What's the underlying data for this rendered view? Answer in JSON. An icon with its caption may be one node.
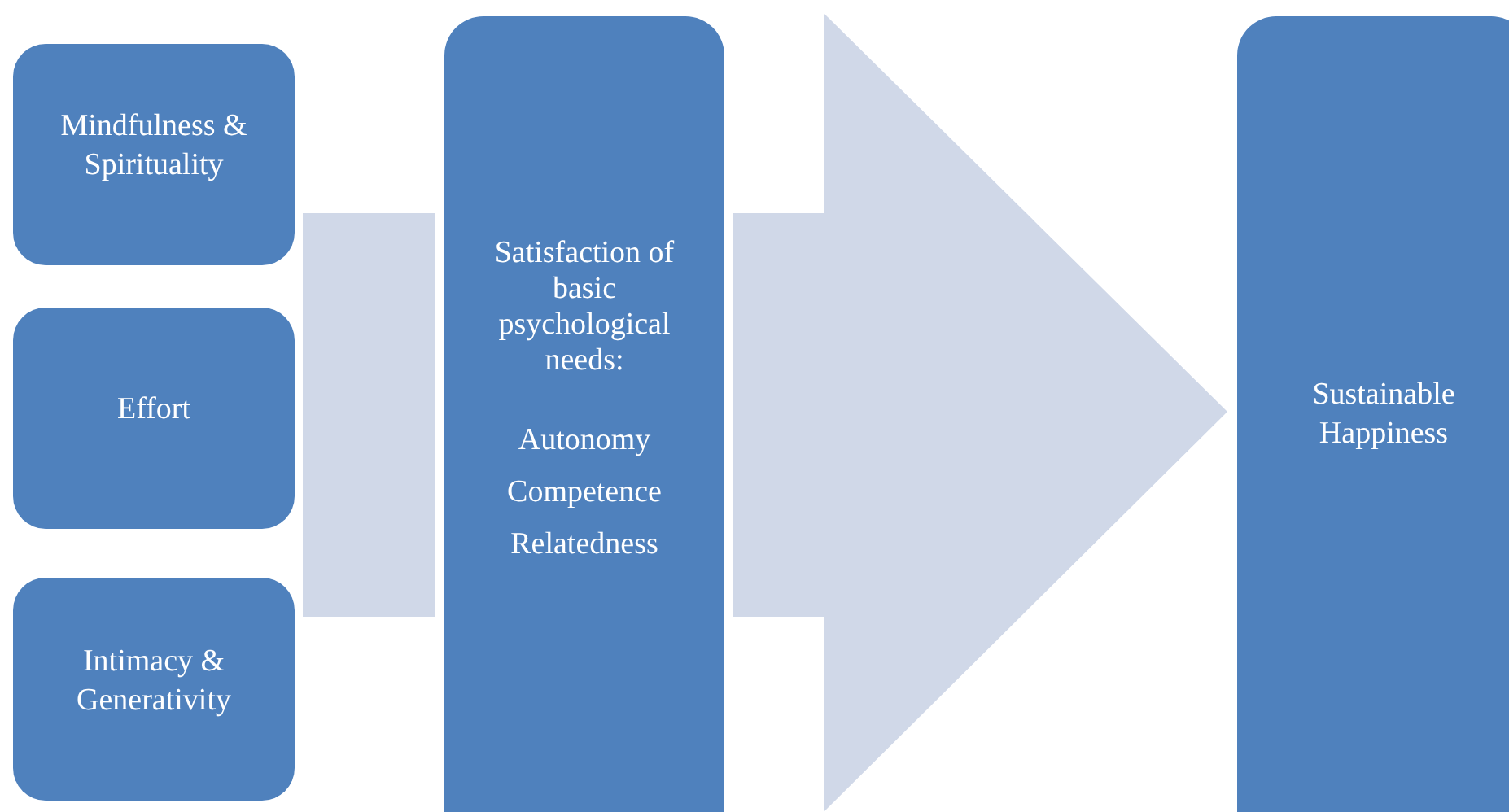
{
  "diagram": {
    "nodes": [
      {
        "text": [
          "Mindfulness & Spirituality"
        ]
      },
      {
        "text": [
          "Effort"
        ]
      },
      {
        "text": [
          "Intimacy & Generativity"
        ]
      },
      {
        "text": [
          "Satisfaction of basic psychological needs:",
          "Autonomy",
          "Competence",
          "Relatedness"
        ]
      },
      {
        "text": [
          "Sustainable Happiness"
        ]
      }
    ],
    "edges": [
      {
        "from": 0,
        "to": 3,
        "arrow": "none"
      },
      {
        "from": 1,
        "to": 3,
        "arrow": "none"
      },
      {
        "from": 2,
        "to": 3,
        "arrow": "none"
      },
      {
        "from": 3,
        "to": 4,
        "arrow": "to"
      }
    ]
  }
}
